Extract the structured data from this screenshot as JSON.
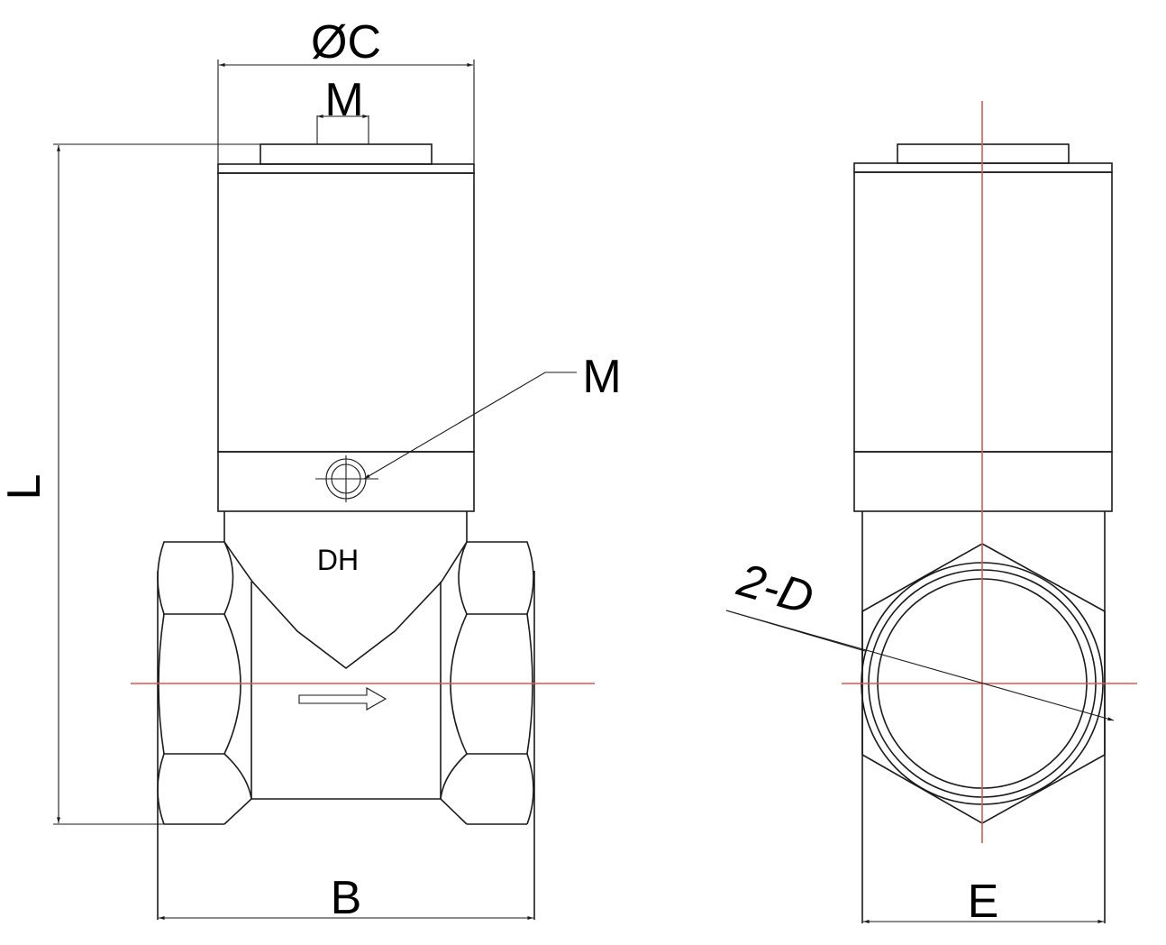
{
  "drawing": {
    "title": "Solenoid valve dimension drawing",
    "colors": {
      "line": "#1a1a1a",
      "centerline": "#e0554f",
      "background": "#ffffff"
    },
    "front_view": {
      "dimension_labels": {
        "coil_diameter": "ØC",
        "top_connector": "M",
        "side_connector": "M",
        "overall_height": "L",
        "overall_length": "B"
      },
      "body_marking": "DH",
      "flow_arrow": "flow-direction-right"
    },
    "side_view": {
      "dimension_labels": {
        "port_size": "2-D",
        "width": "E"
      }
    }
  }
}
